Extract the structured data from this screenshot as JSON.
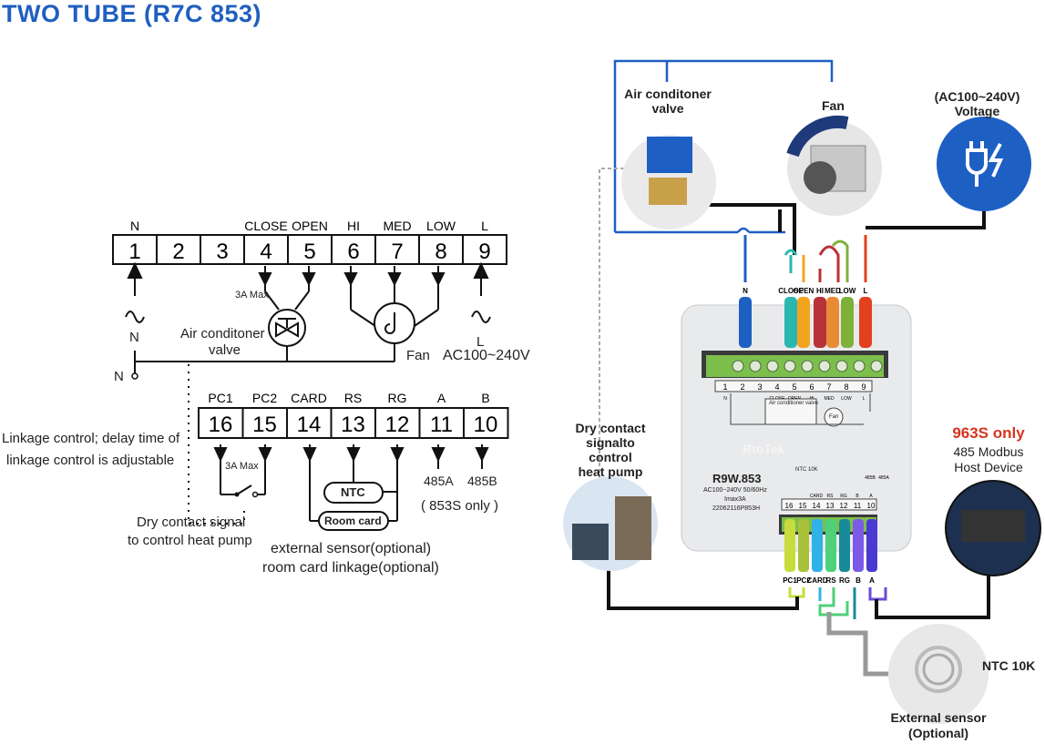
{
  "title": "TWO TUBE (R7C 853)",
  "left_diagram": {
    "top_terminals": [
      {
        "num": "1",
        "label": "N"
      },
      {
        "num": "2",
        "label": ""
      },
      {
        "num": "3",
        "label": ""
      },
      {
        "num": "4",
        "label": "CLOSE"
      },
      {
        "num": "5",
        "label": "OPEN"
      },
      {
        "num": "6",
        "label": "HI"
      },
      {
        "num": "7",
        "label": "MED"
      },
      {
        "num": "8",
        "label": "LOW"
      },
      {
        "num": "9",
        "label": "L"
      }
    ],
    "bottom_terminals": [
      {
        "num": "16",
        "label": "PC1"
      },
      {
        "num": "15",
        "label": "PC2"
      },
      {
        "num": "14",
        "label": "CARD"
      },
      {
        "num": "13",
        "label": "RS"
      },
      {
        "num": "12",
        "label": "RG"
      },
      {
        "num": "11",
        "label": "A"
      },
      {
        "num": "10",
        "label": "B"
      }
    ],
    "valve_max": "3A Max",
    "valve_label_1": "Air conditoner",
    "valve_label_2": "valve",
    "fan_label": "Fan",
    "n_label": "N",
    "n_label2": "N",
    "l_label": "L",
    "voltage_label": "AC100~240V",
    "ac_symbol": "~",
    "relay_max": "3A Max",
    "linkage_1": "Linkage control; delay time of",
    "linkage_2": "linkage control is adjustable",
    "dry_contact_1": "Dry contact signal",
    "dry_contact_2": "to control heat pump",
    "ntc_label": "NTC",
    "room_card_label": "Room card",
    "rs485a": "485A",
    "rs485b": "485B",
    "only_853s": "( 853S only )",
    "external_sensor": "external sensor(optional)",
    "room_card_linkage": "room card linkage(optional)"
  },
  "right_diagram": {
    "valve_title_1": "Air conditoner",
    "valve_title_2": "valve",
    "fan_title": "Fan",
    "voltage_title_1": "(AC100~240V)",
    "voltage_title_2": "Voltage",
    "dry_contact_title": [
      "Dry contact",
      "signalto",
      "control",
      "heat pump"
    ],
    "modbus_highlight": "963S only",
    "modbus_title_1": "485 Modbus",
    "modbus_title_2": "Host Device",
    "ntc_title": "NTC 10K",
    "ext_sensor_1": "External sensor",
    "ext_sensor_2": "(Optional)",
    "device_model": "R9W.853",
    "device_spec": "AC100~240V 50/60Hz",
    "device_current": "Imax3A",
    "device_serial": "22062116P853H",
    "device_brand": "RtoTek",
    "device_ntc": "NTC 10K",
    "top_wires": [
      {
        "label": "N",
        "color": "#1e5fc4"
      },
      {
        "label": "CLOSE",
        "color": "#2ab7b0"
      },
      {
        "label": "OPEN",
        "color": "#f2a41e"
      },
      {
        "label": "HI",
        "color": "#b8323a"
      },
      {
        "label": "MED",
        "color": "#e98b36"
      },
      {
        "label": "LOW",
        "color": "#7fb03a"
      },
      {
        "label": "L",
        "color": "#e2401e"
      }
    ],
    "board_top_nums": [
      "1",
      "2",
      "3",
      "4",
      "5",
      "6",
      "7",
      "8",
      "9"
    ],
    "board_top_labels": [
      "N",
      "",
      "",
      "CLOSE",
      "OPEN",
      "HI",
      "MED",
      "LOW",
      "L"
    ],
    "board_bottom_nums": [
      "16",
      "15",
      "14",
      "13",
      "12",
      "11",
      "10"
    ],
    "board_bottom_labels": [
      "",
      "",
      "CARD",
      "RS",
      "RG",
      "B",
      "A"
    ],
    "board_bottom_hdr": [
      "485B",
      "485A"
    ],
    "bottom_wires": [
      {
        "label": "PC1",
        "color": "#c8dc3c"
      },
      {
        "label": "PC2",
        "color": "#a9c23a"
      },
      {
        "label": "CARD",
        "color": "#2fb2e6"
      },
      {
        "label": "RS",
        "color": "#4fd07a"
      },
      {
        "label": "RG",
        "color": "#198a9a"
      },
      {
        "label": "B",
        "color": "#7a5ae6"
      },
      {
        "label": "A",
        "color": "#4a3ad2"
      }
    ],
    "valve_inner_1": "Air",
    "valve_inner_2": "conditioner",
    "valve_inner_3": "valve",
    "fan_inner": "Fan"
  }
}
